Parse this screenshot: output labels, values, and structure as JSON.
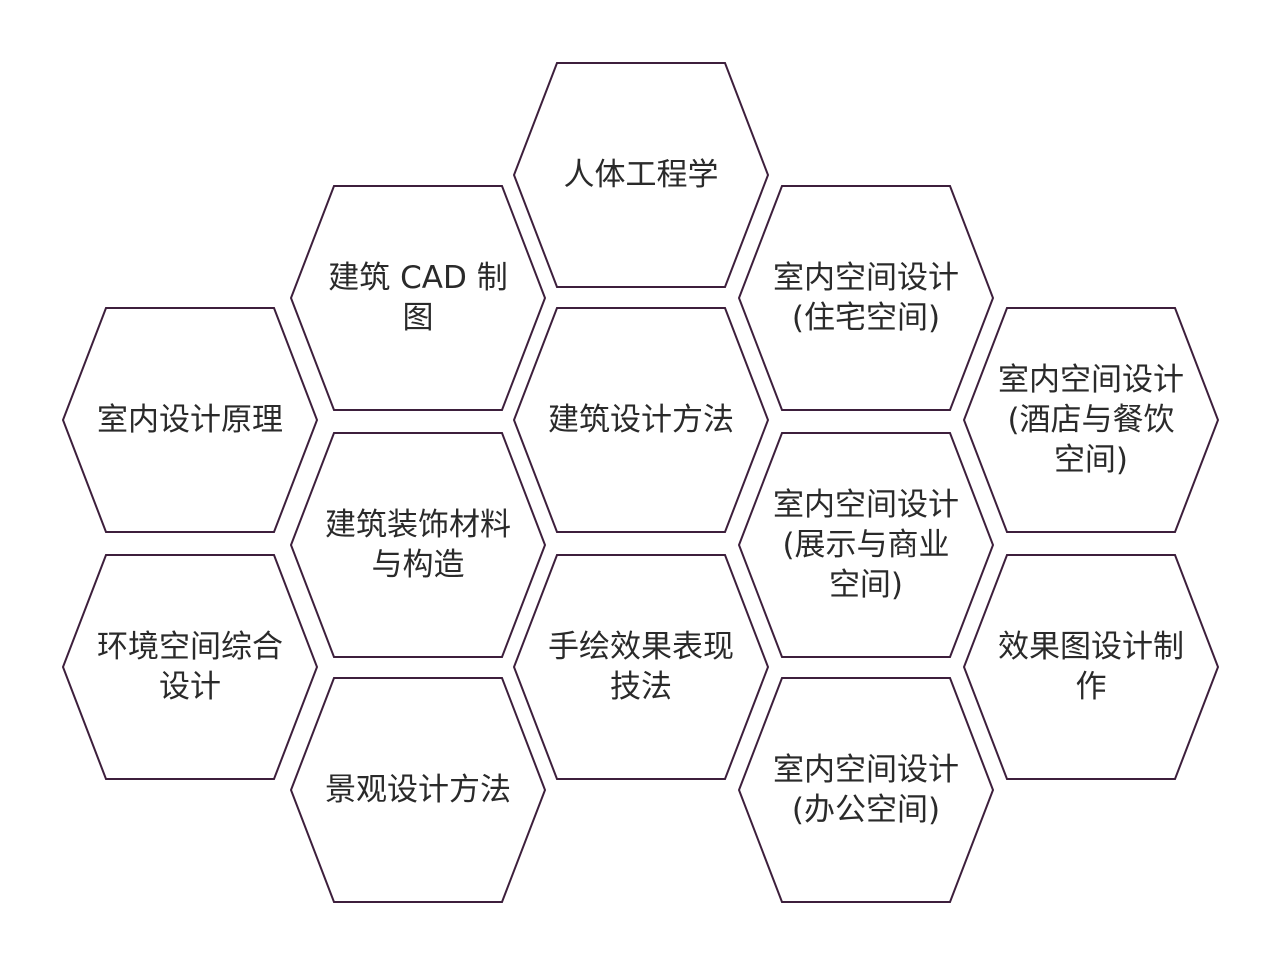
{
  "diagram": {
    "hexagons": [
      {
        "id": "renti",
        "lines": [
          "人体工程学"
        ]
      },
      {
        "id": "cad",
        "lines": [
          "建筑 CAD 制",
          "图"
        ]
      },
      {
        "id": "zhuzhai",
        "lines": [
          "室内空间设计",
          "(住宅空间)"
        ]
      },
      {
        "id": "yuanli",
        "lines": [
          "室内设计原理"
        ]
      },
      {
        "id": "jianzhu-fangfa",
        "lines": [
          "建筑设计方法"
        ]
      },
      {
        "id": "jiudian",
        "lines": [
          "室内空间设计",
          "(酒店与餐饮",
          "空间)"
        ]
      },
      {
        "id": "cailiao",
        "lines": [
          "建筑装饰材料",
          "与构造"
        ]
      },
      {
        "id": "zhanshi",
        "lines": [
          "室内空间设计",
          "(展示与商业",
          "空间)"
        ]
      },
      {
        "id": "huanjing",
        "lines": [
          "环境空间综合",
          "设计"
        ]
      },
      {
        "id": "shouhui",
        "lines": [
          "手绘效果表现",
          "技法"
        ]
      },
      {
        "id": "xiaoguotu",
        "lines": [
          "效果图设计制",
          "作"
        ]
      },
      {
        "id": "jingguan",
        "lines": [
          "景观设计方法"
        ]
      },
      {
        "id": "bangong",
        "lines": [
          "室内空间设计",
          "(办公空间)"
        ]
      }
    ]
  },
  "colors": {
    "stroke": "#3d1f3c",
    "text": "#2a2a2a",
    "fill": "#ffffff"
  }
}
